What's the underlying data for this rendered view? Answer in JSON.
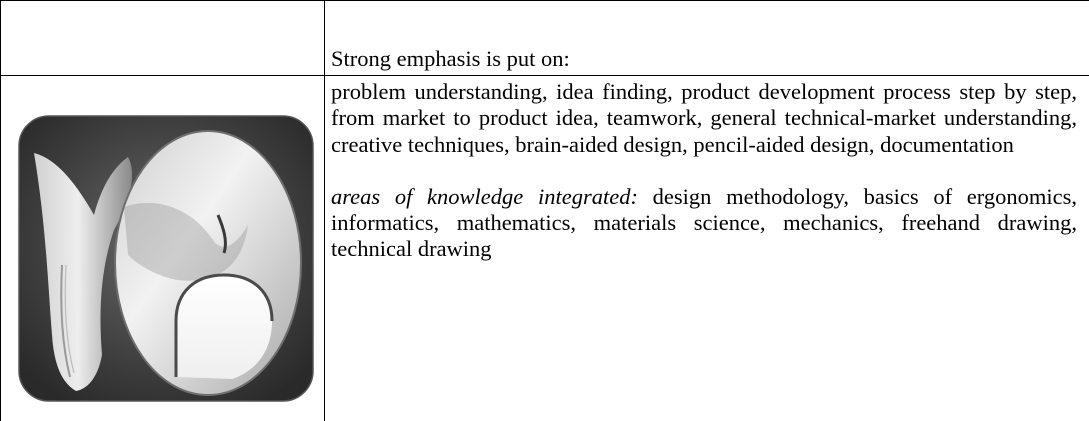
{
  "header": {
    "emphasis_label": "Strong emphasis is put on:"
  },
  "body": {
    "paragraph1": "problem understanding, idea finding, product development process step by step, from market to product idea, teamwork, general technical-market understanding, creative techniques, brain-aided design, pencil-aided design, documentation",
    "paragraph2_lead": "areas of knowledge integrated:",
    "paragraph2_rest": " design methodology, basics of ergonomics, informatics, mathematics, materials science, mechanics, freehand drawing, technical drawing"
  },
  "logo": {
    "icon": "course-logo-icon",
    "colors": {
      "frame": "#3a3a3a",
      "light": "#f4f4f4",
      "mid": "#9a9a9a"
    }
  }
}
